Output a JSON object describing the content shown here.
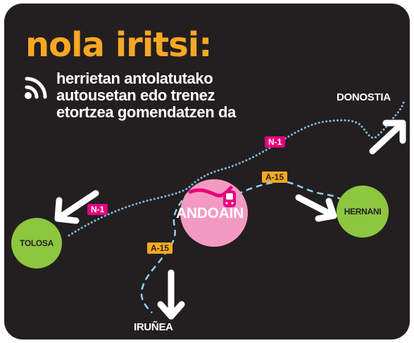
{
  "header": {
    "title": "nola iritsi:",
    "subtitle_lines": [
      "herrietan antolatutako",
      "autousetan edo trenez",
      "etortzea gomendatzen da"
    ],
    "icon": "signal-waves-icon"
  },
  "places": {
    "center": "ANDOAIN",
    "west": "TOLOSA",
    "east": "HERNANI",
    "northeast": "DONOSTIA",
    "south": "IRUÑEA"
  },
  "roads": {
    "n1_north": "N-1",
    "n1_west": "N-1",
    "a15_east": "A-15",
    "a15_south": "A-15"
  },
  "icons": {
    "station": "train-station-icon",
    "arrows": "direction-arrow-icon"
  },
  "colors": {
    "background": "#231f20",
    "title": "#f7a823",
    "text": "#ffffff",
    "andoain_circle": "#f49ac2",
    "town_circle": "#8dc63f",
    "n1_road": "#7fb7e0",
    "a15_road": "#8fd1f2",
    "n1_badge": "#e6007e",
    "a15_badge": "#f7a823"
  }
}
